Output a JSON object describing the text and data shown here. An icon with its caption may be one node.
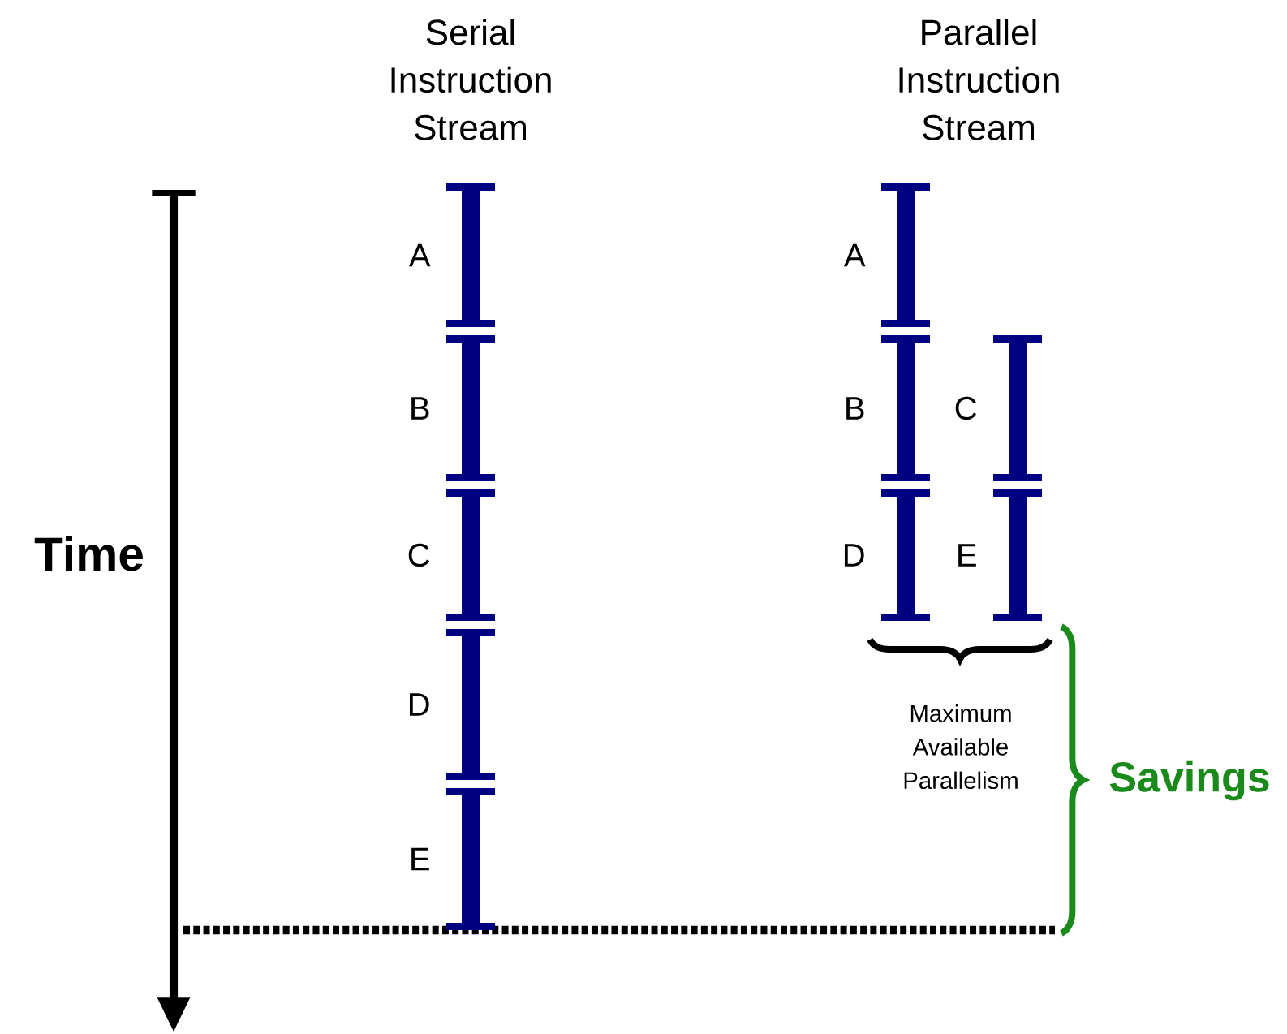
{
  "diagram": {
    "nodes": [
      {
        "text": [],
        "shape": "bar",
        "beside": [
          "A"
        ]
      },
      {
        "text": [],
        "shape": "bar",
        "beside": [
          "B"
        ]
      },
      {
        "text": [],
        "shape": "bar",
        "beside": [
          "C"
        ]
      },
      {
        "text": [],
        "shape": "bar",
        "beside": [
          "D"
        ]
      },
      {
        "text": [],
        "shape": "bar",
        "beside": [
          "E"
        ]
      },
      {
        "text": [],
        "shape": "bar",
        "beside": [
          "A"
        ]
      },
      {
        "text": [],
        "shape": "bar",
        "beside": [
          "B"
        ]
      },
      {
        "text": [],
        "shape": "bar",
        "beside": [
          "C"
        ]
      },
      {
        "text": [],
        "shape": "bar",
        "beside": [
          "D"
        ]
      },
      {
        "text": [],
        "shape": "bar",
        "beside": [
          "E"
        ]
      }
    ],
    "labels": [
      "Serial Instruction Stream",
      "Parallel Instruction Stream",
      "Time",
      "Maximum Available Parallelism",
      "Savings"
    ]
  }
}
